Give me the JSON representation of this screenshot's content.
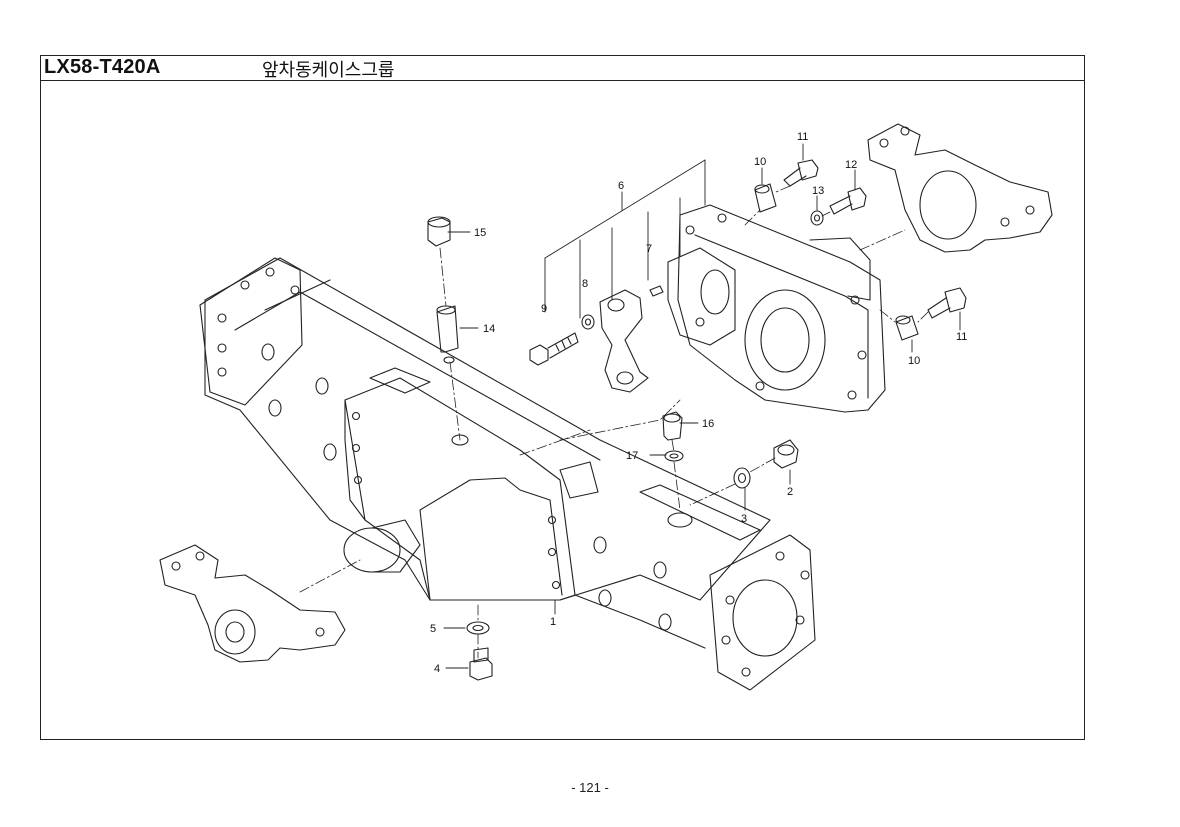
{
  "header": {
    "model_code": "LX58-T420A",
    "group_name": "앞차동케이스그룹"
  },
  "diagram": {
    "callouts": [
      {
        "id": "c1",
        "label": "1"
      },
      {
        "id": "c2",
        "label": "2"
      },
      {
        "id": "c3",
        "label": "3"
      },
      {
        "id": "c4",
        "label": "4"
      },
      {
        "id": "c5",
        "label": "5"
      },
      {
        "id": "c6",
        "label": "6"
      },
      {
        "id": "c7",
        "label": "7"
      },
      {
        "id": "c8",
        "label": "8"
      },
      {
        "id": "c9",
        "label": "9"
      },
      {
        "id": "c10a",
        "label": "10"
      },
      {
        "id": "c10b",
        "label": "10"
      },
      {
        "id": "c11a",
        "label": "11"
      },
      {
        "id": "c11b",
        "label": "11"
      },
      {
        "id": "c12",
        "label": "12"
      },
      {
        "id": "c13",
        "label": "13"
      },
      {
        "id": "c14",
        "label": "14"
      },
      {
        "id": "c15",
        "label": "15"
      },
      {
        "id": "c16",
        "label": "16"
      },
      {
        "id": "c17",
        "label": "17"
      }
    ]
  },
  "footer": {
    "page_number": "- 121 -"
  },
  "colors": {
    "line": "#222222",
    "paper": "#ffffff"
  }
}
